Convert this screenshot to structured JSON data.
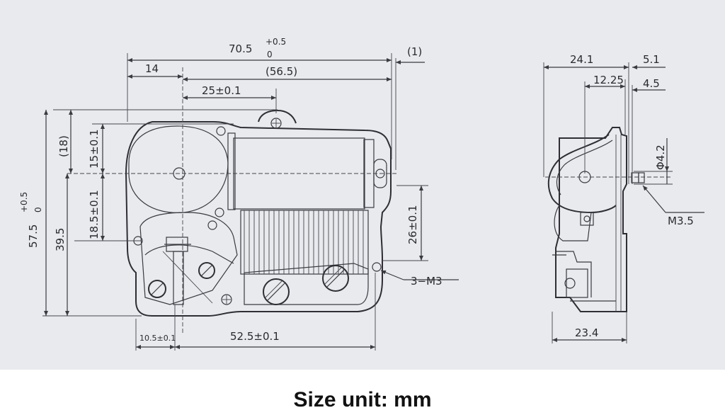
{
  "dimensions": {
    "overall_width": "70.5",
    "overall_width_tol_upper": "+0.5",
    "overall_width_tol_lower": "0",
    "offset_1": "(1)",
    "offset_14": "14",
    "inner_56_5": "(56.5)",
    "hole_spacing_25": "25±0.1",
    "left_18": "(18)",
    "height_15": "15±0.1",
    "height_18_5": "18.5±0.1",
    "height_39_5": "39.5",
    "overall_height": "57.5",
    "overall_height_tol_upper": "+0.5",
    "overall_height_tol_lower": "0",
    "height_26": "26±0.1",
    "thread_3m3": "3−M3",
    "bottom_10_5": "10.5±0.1",
    "bottom_52_5": "52.5±0.1",
    "side_24_1": "24.1",
    "side_5_1": "5.1",
    "side_12_25": "12.25",
    "side_4_5": "4.5",
    "side_phi_4_2": "Φ4.2",
    "side_m3_5": "M3.5",
    "side_23_4": "23.4"
  },
  "caption": "Size unit: mm",
  "colors": {
    "background": "#e8eaee",
    "line": "#3a3a40",
    "caption": "#111111"
  }
}
